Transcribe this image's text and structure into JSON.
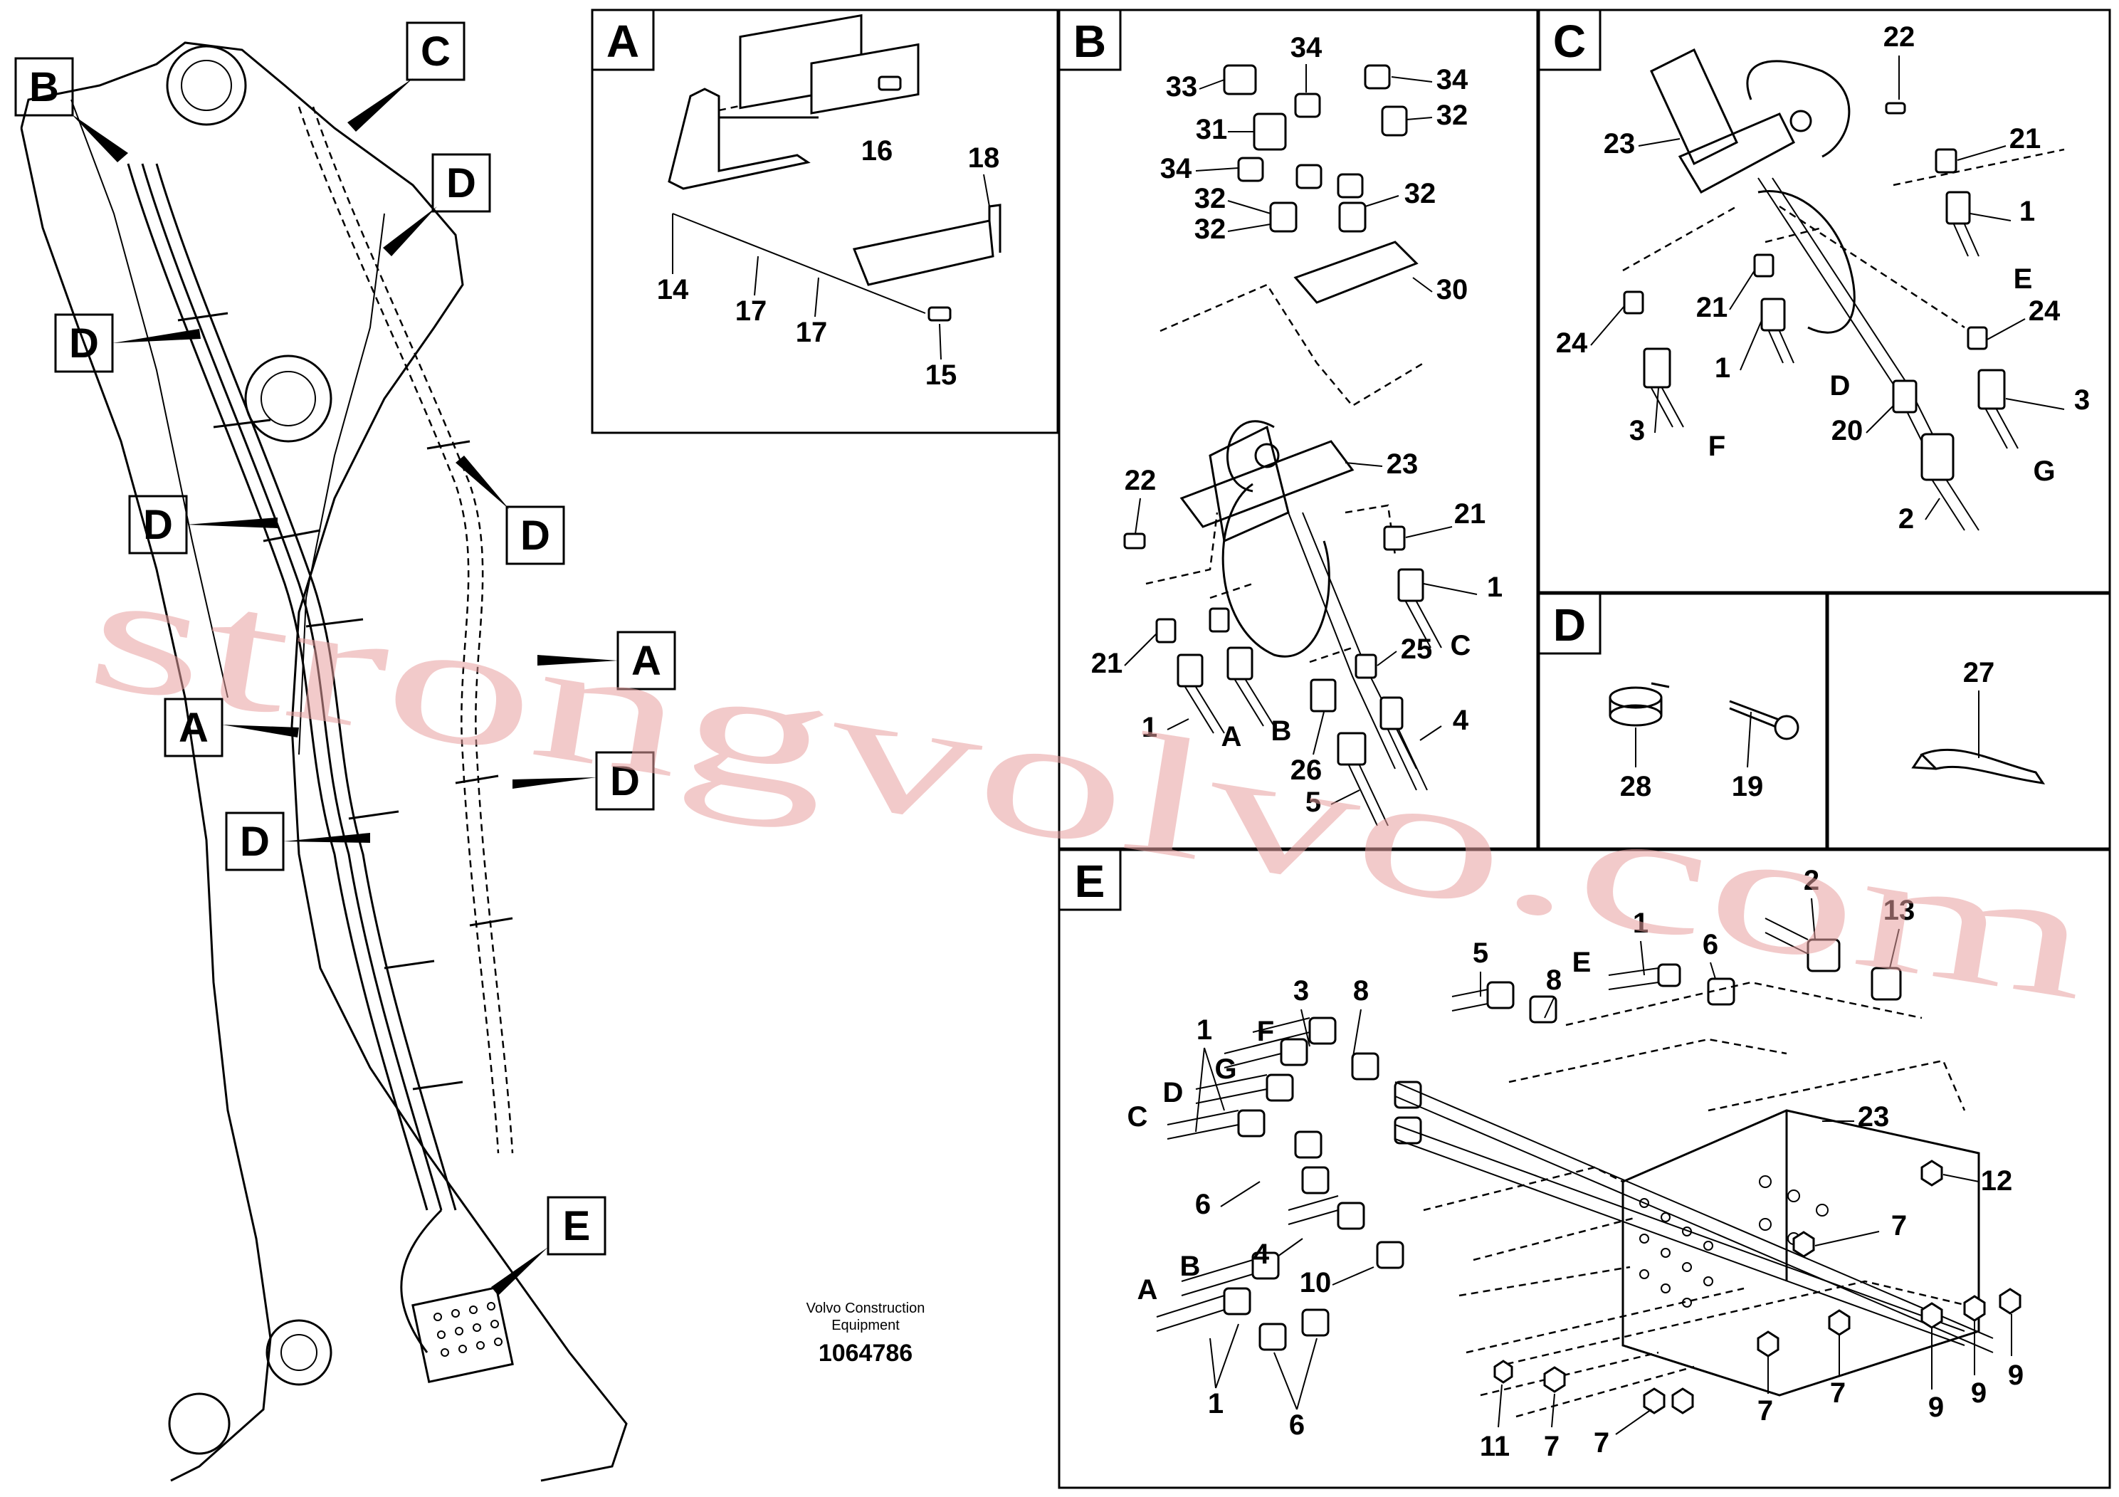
{
  "main_view": {
    "view_labels": [
      "B",
      "C",
      "D",
      "D",
      "D",
      "D",
      "A",
      "A",
      "D",
      "D",
      "E"
    ],
    "caption_line1": "Volvo Construction",
    "caption_line2": "Equipment",
    "document_number": "1064786"
  },
  "panel_a": {
    "letter": "A",
    "callouts": [
      "16",
      "18",
      "14",
      "17",
      "17",
      "15"
    ]
  },
  "panel_b": {
    "letter": "B",
    "callouts": [
      "34",
      "33",
      "34",
      "31",
      "32",
      "34",
      "32",
      "32",
      "32",
      "30",
      "23",
      "22",
      "21",
      "1",
      "21",
      "25",
      "1",
      "4",
      "26",
      "5"
    ],
    "line_ends": [
      "C",
      "A",
      "B"
    ]
  },
  "panel_c": {
    "letter": "C",
    "callouts": [
      "22",
      "23",
      "21",
      "1",
      "24",
      "21",
      "24",
      "1",
      "3",
      "20",
      "3",
      "2"
    ],
    "line_ends": [
      "E",
      "D",
      "F",
      "G"
    ]
  },
  "panel_d": {
    "letter": "D",
    "callouts": [
      "28",
      "19",
      "27"
    ]
  },
  "panel_e": {
    "letter": "E",
    "callouts": [
      "2",
      "1",
      "13",
      "5",
      "6",
      "8",
      "3",
      "1",
      "8",
      "23",
      "12",
      "6",
      "7",
      "4",
      "10",
      "1",
      "6",
      "11",
      "7",
      "7",
      "7",
      "7",
      "9",
      "9",
      "9"
    ],
    "line_ends": [
      "E",
      "F",
      "G",
      "D",
      "C",
      "B",
      "A"
    ]
  },
  "watermark": "strongvolvo.com",
  "colors": {
    "watermark": "#e8a0a0",
    "ink": "#000000",
    "paper": "#ffffff"
  }
}
